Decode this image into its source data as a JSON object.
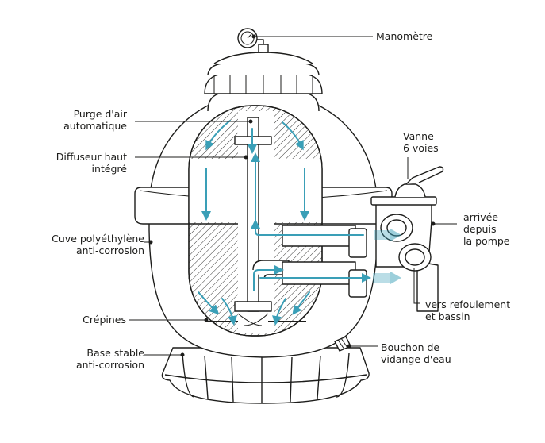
{
  "labels": {
    "manometre": "Manomètre",
    "purge_1": "Purge d'air",
    "purge_2": "automatique",
    "diffuseur_1": "Diffuseur haut",
    "diffuseur_2": "intégré",
    "vanne_1": "Vanne",
    "vanne_2": "6 voies",
    "arrivee_1": "arrivée",
    "arrivee_2": "depuis",
    "arrivee_3": "la pompe",
    "cuve_1": "Cuve polyéthylène",
    "cuve_2": "anti-corrosion",
    "crepines": "Crépines",
    "refoulement_1": "vers refoulement",
    "refoulement_2": "et bassin",
    "base_1": "Base stable",
    "base_2": "anti-corrosion",
    "bouchon_1": "Bouchon de",
    "bouchon_2": "vidange d'eau"
  },
  "colors": {
    "stroke": "#1d1d1b",
    "water_flow": "#3a9fb7",
    "background": "#ffffff"
  }
}
